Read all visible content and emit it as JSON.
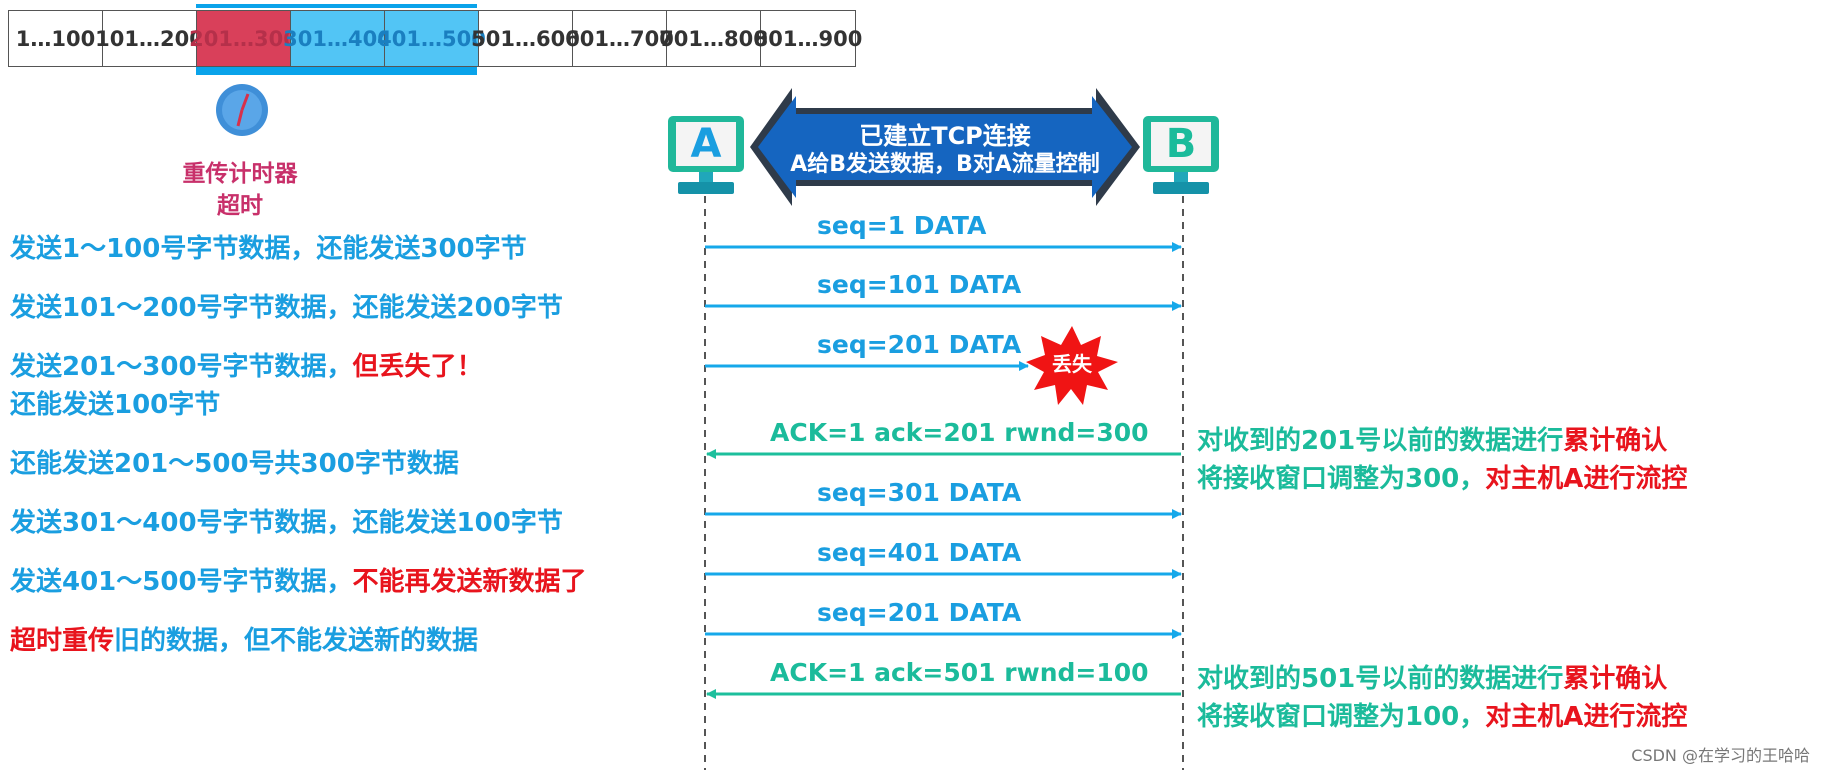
{
  "buffer": {
    "cells": [
      "1…100",
      "101…200",
      "201…300",
      "301…400",
      "401…500",
      "501…600",
      "601…700",
      "701…800",
      "801…900"
    ]
  },
  "timer": {
    "line1": "重传计时器",
    "line2": "超时"
  },
  "left_notes": {
    "l1": "发送1～100号字节数据，还能发送300字节",
    "l2": "发送101～200号字节数据，还能发送200字节",
    "l3_a": "发送201～300号字节数据，",
    "l3_b": "但丢失了",
    "l3_c": "！",
    "l3_d": "还能发送100字节",
    "l4": "还能发送201～500号共300字节数据",
    "l5": "发送301～400号字节数据，还能发送100字节",
    "l6_a": "发送401～500号字节数据，",
    "l6_b": "不能再发送新数据了",
    "l7_a": "超时重传",
    "l7_b": "旧的数据，但不能发送新的数据"
  },
  "hosts": {
    "a": "A",
    "b": "B"
  },
  "banner": {
    "line1": "已建立TCP连接",
    "line2": "A给B发送数据，B对A流量控制"
  },
  "messages": [
    "seq=1   DATA",
    "seq=101   DATA",
    "seq=201   DATA",
    "ACK=1   ack=201   rwnd=300",
    "seq=301   DATA",
    "seq=401   DATA",
    "seq=201   DATA",
    "ACK=1   ack=501   rwnd=100"
  ],
  "lost_label": "丢失",
  "right_notes": {
    "n1_a": "对收到的201号以前的数据进行",
    "n1_b": "累计确认",
    "n2_a": "将接收窗口调整为300，",
    "n2_b": "对主机A进行流控",
    "n3_a": "对收到的501号以前的数据进行",
    "n3_b": "累计确认",
    "n4_a": "将接收窗口调整为100，",
    "n4_b": "对主机A进行流控"
  },
  "watermark": "CSDN @在学习的王哈哈",
  "colors": {
    "blue": "#1a9ee0",
    "red": "#e8141d",
    "green": "#1bbb9b",
    "banner": "#1565c0",
    "arrow_blue": "#16a8ea",
    "arrow_green": "#1cbf9c"
  }
}
